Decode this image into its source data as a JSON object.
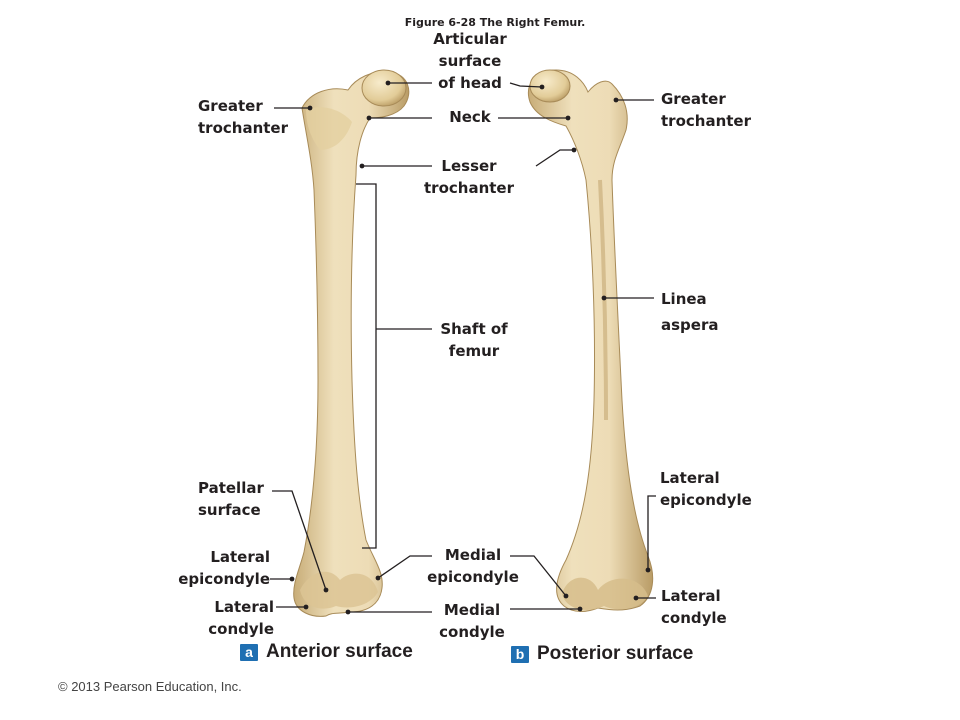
{
  "figure_title": "Figure 6-28  The Right Femur.",
  "labels": {
    "articular": "Articular\nsurface\nof head",
    "neck": "Neck",
    "lesser_trochanter": "Lesser\ntrochanter",
    "shaft": "Shaft of\nfemur",
    "medial_epicondyle": "Medial\nepicondyle",
    "medial_condyle": "Medial\ncondyle",
    "greater_trochanter_left": "Greater\ntrochanter",
    "patellar_surface": "Patellar\nsurface",
    "lateral_epicondyle_left": "Lateral\nepicondyle",
    "lateral_condyle_left": "Lateral\ncondyle",
    "greater_trochanter_right": "Greater\ntrochanter",
    "linea_aspera": "Linea\naspera",
    "lateral_epicondyle_right": "Lateral\nepicondyle",
    "lateral_condyle_right": "Lateral\ncondyle"
  },
  "panels": {
    "a_letter": "a",
    "a_text": "Anterior surface",
    "b_letter": "b",
    "b_text": "Posterior surface"
  },
  "copyright": "© 2013 Pearson Education, Inc.",
  "colors": {
    "bone": "#e9d8b0",
    "bone_shadow": "#c9b07c",
    "bone_highlight": "#f6ecd1",
    "leader_line": "#231f20",
    "badge": "#1f6fb2"
  }
}
